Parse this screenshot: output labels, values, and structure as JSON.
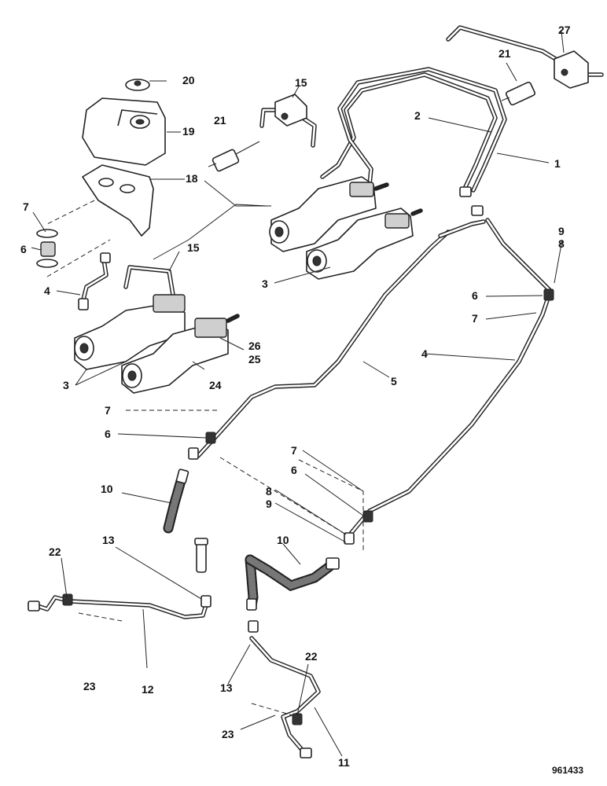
{
  "drawing_number": "961433",
  "callouts": [
    "1",
    "2",
    "3",
    "3",
    "4",
    "4",
    "5",
    "6",
    "6",
    "6",
    "6",
    "7",
    "7",
    "7",
    "7",
    "8",
    "8",
    "9",
    "9",
    "10",
    "10",
    "11",
    "12",
    "13",
    "13",
    "15",
    "15",
    "19",
    "20",
    "21",
    "21",
    "18",
    "22",
    "22",
    "23",
    "23",
    "24",
    "25",
    "26",
    "27"
  ]
}
